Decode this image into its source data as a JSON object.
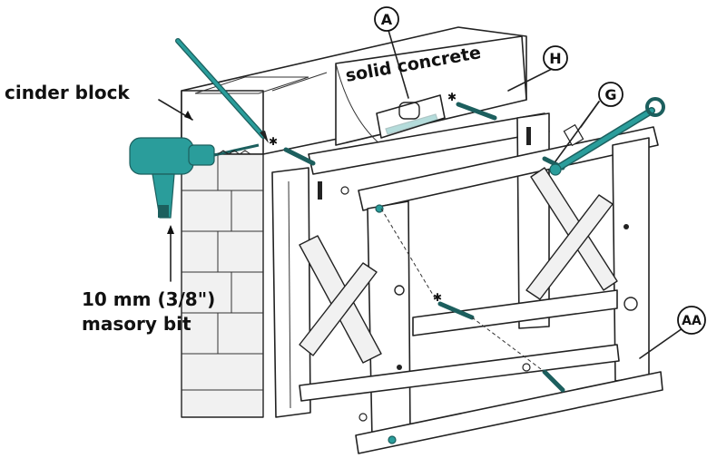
{
  "labels": {
    "cinder_block": "cinder block",
    "solid_concrete": "solid concrete",
    "bit_size": "10 mm (3/8\")",
    "bit_type": "masory bit"
  },
  "callouts": {
    "a": "A",
    "h": "H",
    "g": "G",
    "aa": "AA"
  },
  "colors": {
    "accent": "#2a9d9b",
    "line": "#222222",
    "wall_fill": "#f1f1f1"
  },
  "icons": [
    "drill-icon",
    "level-icon",
    "wrench-icon",
    "pencil-icon",
    "anchor-screw-icon"
  ]
}
